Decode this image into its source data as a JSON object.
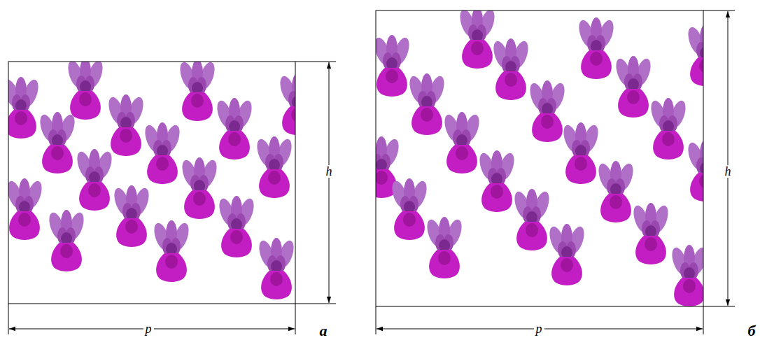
{
  "diagram": {
    "labels": [
      "h",
      "p",
      "а",
      "h",
      "p",
      "б"
    ]
  }
}
